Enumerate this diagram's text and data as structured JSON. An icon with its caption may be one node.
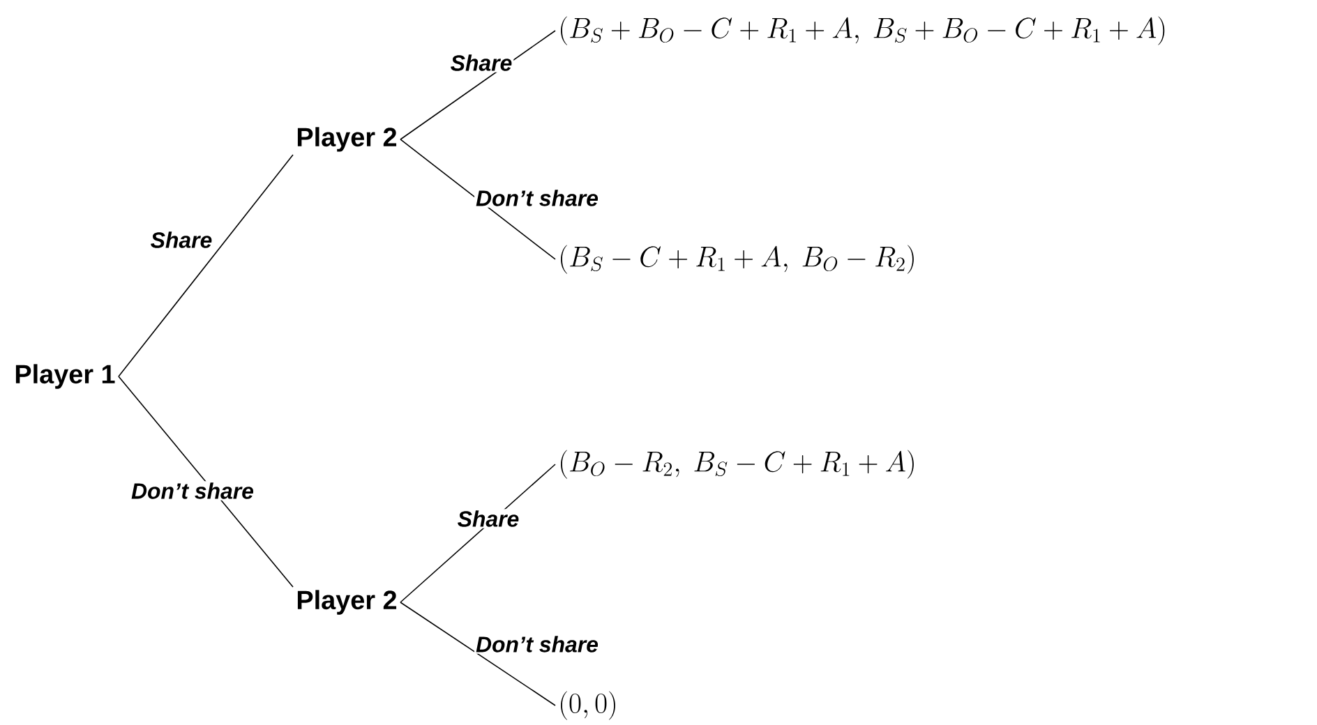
{
  "diagram": {
    "nodes": [
      {
        "text": [
          "Player 1"
        ]
      },
      {
        "text": [
          "Player 2"
        ]
      },
      {
        "text": [
          "Player 2"
        ]
      },
      {
        "text": [
          "(B_S + B_O - C + R_1 + A,\\ B_S + B_O - C + R_1 + A)"
        ]
      },
      {
        "text": [
          "(B_S - C + R_1 + A,\\ B_O - R_2)"
        ]
      },
      {
        "text": [
          "(B_O - R_2,\\ B_S - C + R_1 + A)"
        ]
      },
      {
        "text": [
          "(0,0)"
        ]
      }
    ],
    "edges": [
      {
        "from": 0,
        "to": 1,
        "arrow": "none",
        "label": "Share"
      },
      {
        "from": 0,
        "to": 2,
        "arrow": "none",
        "label": "Don’t share"
      },
      {
        "from": 1,
        "to": 3,
        "arrow": "none",
        "label": "Share"
      },
      {
        "from": 1,
        "to": 4,
        "arrow": "none",
        "label": "Don’t share"
      },
      {
        "from": 2,
        "to": 5,
        "arrow": "none",
        "label": "Share"
      },
      {
        "from": 2,
        "to": 6,
        "arrow": "none",
        "label": "Don’t share"
      }
    ]
  }
}
